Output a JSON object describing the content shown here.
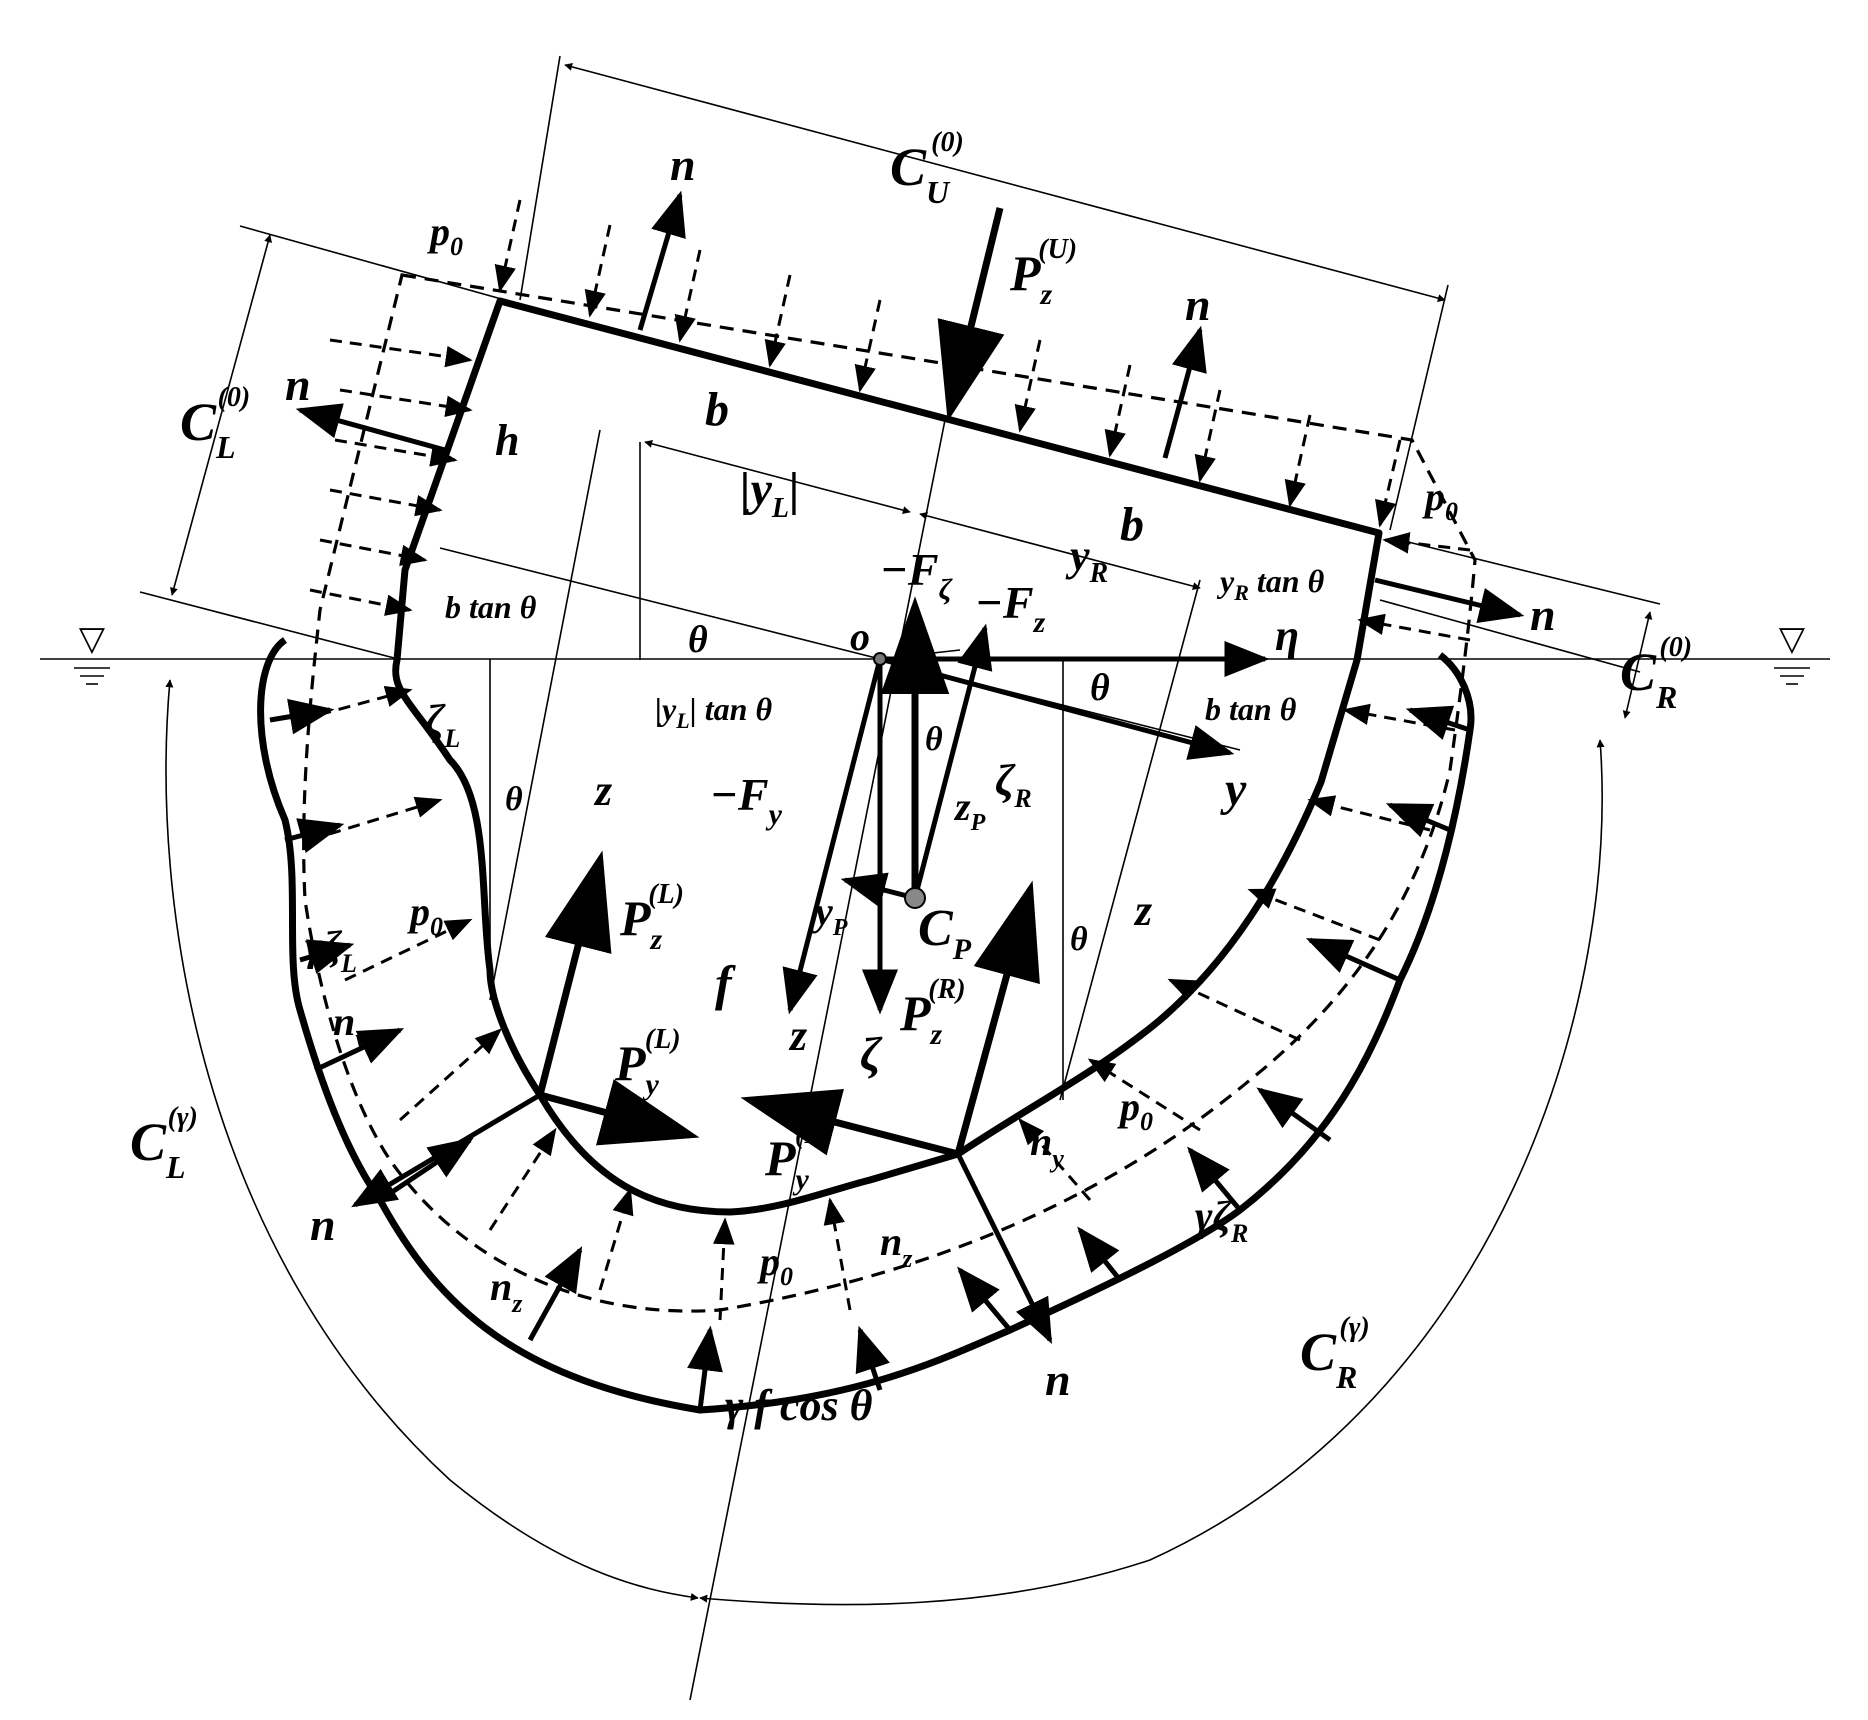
{
  "labels": {
    "C_U0": "C",
    "C_U0_sub": "U",
    "C_U0_sup": "(0)",
    "C_L0": "C",
    "C_L0_sub": "L",
    "C_L0_sup": "(0)",
    "C_R0": "C",
    "C_R0_sub": "R",
    "C_R0_sup": "(0)",
    "C_Lg": "C",
    "C_Lg_sub": "L",
    "C_Lg_sup": "(γ)",
    "C_Rg": "C",
    "C_Rg_sub": "R",
    "C_Rg_sup": "(γ)",
    "n": "n",
    "n_y": "n",
    "n_y_sub": "y",
    "n_z": "n",
    "n_z_sub": "z",
    "p0": "p",
    "p0_sub": "0",
    "P": "P",
    "Pz_U_sub": "z",
    "Pz_U_sup": "(U)",
    "Pz_L_sub": "z",
    "Pz_L_sup": "(L)",
    "Py_L_sub": "y",
    "Py_L_sup": "(L)",
    "Pz_R_sub": "z",
    "Pz_R_sup": "(R)",
    "Py_R_sub": "y",
    "Py_R_sup": "(R)",
    "b": "b",
    "h": "h",
    "yL_abs": "|y",
    "yL_sub": "L",
    "yL_close": "|",
    "yR": "y",
    "yR_sub": "R",
    "btan": "b tan θ",
    "yRtan": "y",
    "yRtan_sub": "R",
    "yRtan_rest": " tan θ",
    "yLtan": "|y",
    "yLtan_sub": "L",
    "yLtan_rest": "| tan θ",
    "theta": "θ",
    "o": "o",
    "eta": "η",
    "y": "y",
    "z": "z",
    "zeta": "ζ",
    "zetaL": "ζ",
    "zetaL_sub": "L",
    "zetaR": "ζ",
    "zetaR_sub": "R",
    "gzL": "γζ",
    "gzL_sub": "L",
    "gzR": "γζ",
    "gzR_sub": "R",
    "mFzeta": "−F",
    "mFzeta_sub": "ζ",
    "mFz": "−F",
    "mFz_sub": "z",
    "mFy": "−F",
    "mFy_sub": "y",
    "zP": "z",
    "zP_sub": "P",
    "yP": "y",
    "yP_sub": "P",
    "CP": "C",
    "CP_sub": "P",
    "f": "f",
    "gfcos": "γ f cos θ",
    "waterline": "▽"
  },
  "colors": {
    "ink": "#000000",
    "background": "#ffffff"
  }
}
